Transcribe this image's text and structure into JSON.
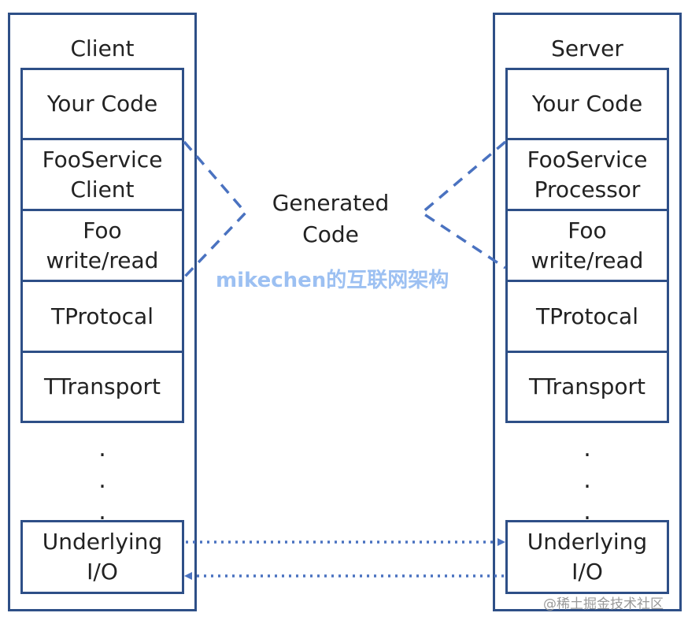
{
  "client": {
    "title": "Client",
    "layers": [
      "Your Code",
      "FooService\nClient",
      "Foo\nwrite/read",
      "TProtocal",
      "TTransport"
    ],
    "dots": ".\n.\n.",
    "io": "Underlying\nI/O"
  },
  "server": {
    "title": "Server",
    "layers": [
      "Your Code",
      "FooService\nProcessor",
      "Foo\nwrite/read",
      "TProtocal",
      "TTransport"
    ],
    "dots": ".\n.\n.",
    "io": "Underlying\nI/O"
  },
  "generated": {
    "label": "Generated\nCode"
  },
  "watermark": "mikechen的互联网架构",
  "footer": "@稀土掘金技术社区",
  "colors": {
    "border": "#2e4f87",
    "dash": "#4a72c0",
    "watermark": "#9cc0f2"
  }
}
